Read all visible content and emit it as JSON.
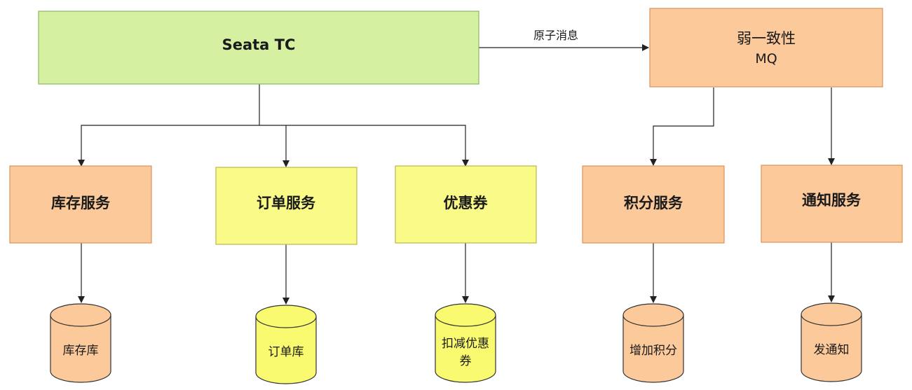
{
  "colors": {
    "tc_fill": "#d4f0a0",
    "tc_stroke": "#8ab865",
    "orange_fill": "#fbc99a",
    "orange_stroke": "#d8935a",
    "yellow_fill": "#fafa88",
    "yellow_stroke": "#b8b850",
    "db_orange_fill": "#fbc99a",
    "db_yellow_fill": "#fafa70",
    "db_stroke": "#333333",
    "arrow": "#222222"
  },
  "nodes": {
    "seata_tc": {
      "label": "Seata TC"
    },
    "mq": {
      "label_line1": "弱一致性",
      "label_line2": "MQ"
    },
    "inventory_service": {
      "label": "库存服务"
    },
    "order_service": {
      "label": "订单服务"
    },
    "coupon_service": {
      "label": "优惠券"
    },
    "points_service": {
      "label": "积分服务"
    },
    "notify_service": {
      "label": "通知服务"
    }
  },
  "databases": {
    "inventory_db": {
      "label": "库存库"
    },
    "order_db": {
      "label": "订单库"
    },
    "coupon_db": {
      "label_line1": "扣减优惠",
      "label_line2": "券"
    },
    "points_db": {
      "label": "增加积分"
    },
    "notify_db": {
      "label": "发通知"
    }
  },
  "edges": {
    "tc_to_mq_label": "原子消息"
  }
}
